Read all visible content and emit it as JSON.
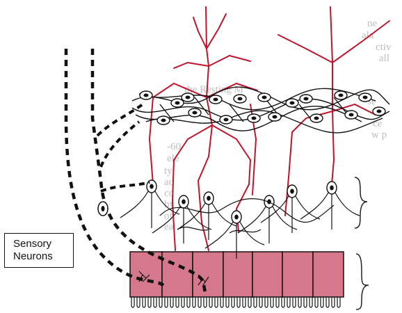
{
  "diagram": {
    "labels": {
      "line1": "Sensory",
      "line2": "Neurons"
    },
    "colors": {
      "background_text": "#bdbdbd",
      "axon_red": "#c0142a",
      "epithelium_fill": "#d6788c",
      "epithelium_stroke": "#111111",
      "neuron_outline": "#111111"
    },
    "background_text_lines": [
      "ne",
      "ala",
      "ctiv",
      "all",
      "the Resting M",
      "se",
      "ee",
      "ce",
      "w p",
      "-60",
      "ele",
      "ty",
      "ac",
      "co",
      "by",
      "of",
      "ea"
    ]
  }
}
